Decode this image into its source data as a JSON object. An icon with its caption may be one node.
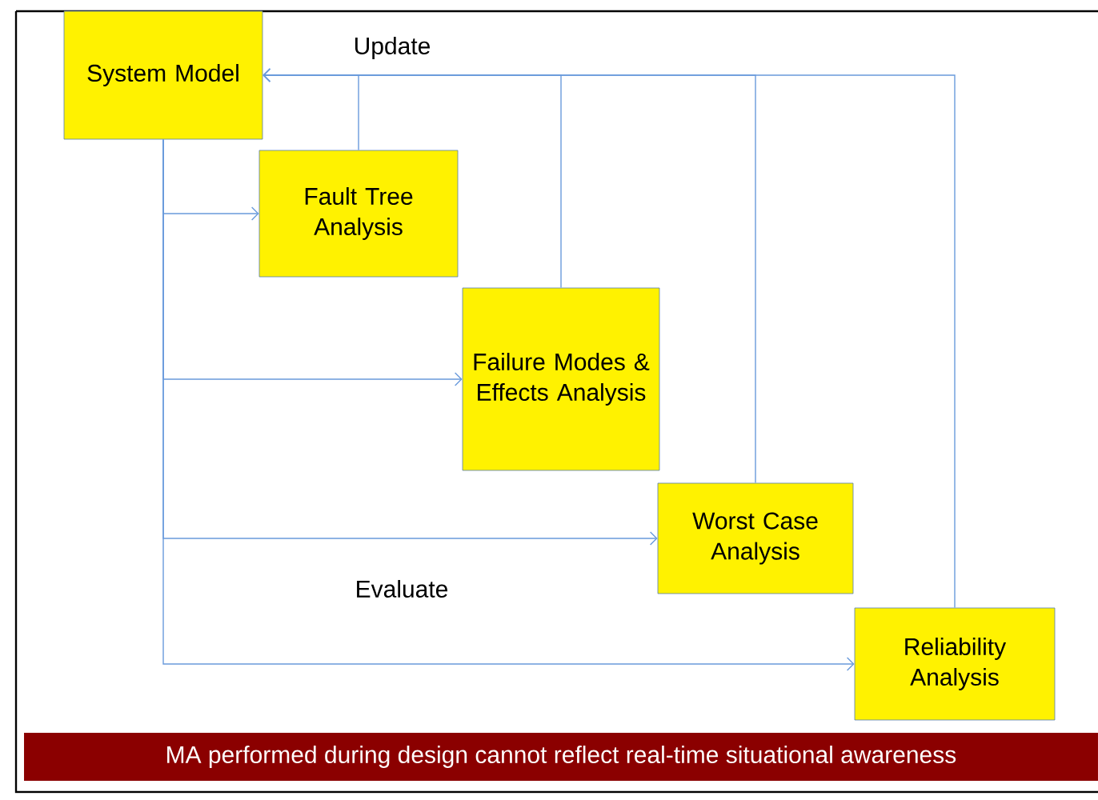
{
  "diagram": {
    "nodes": [
      {
        "text": [
          "System Model"
        ]
      },
      {
        "text": [
          "Fault Tree Analysis"
        ]
      },
      {
        "text": [
          "Failure Modes & Effects Analysis"
        ]
      },
      {
        "text": [
          "Worst Case Analysis"
        ]
      },
      {
        "text": [
          "Reliability Analysis"
        ]
      },
      {
        "text": [
          "MA performed during design cannot reflect real-time situational awareness"
        ]
      }
    ],
    "edges": [
      {
        "from": 0,
        "to": 1,
        "arrow": "to"
      },
      {
        "from": 0,
        "to": 2,
        "arrow": "to"
      },
      {
        "from": 0,
        "to": 3,
        "arrow": "to"
      },
      {
        "from": 0,
        "to": 4,
        "arrow": "to"
      },
      {
        "from": 1,
        "to": 0,
        "arrow": "to"
      },
      {
        "from": 2,
        "to": 0,
        "arrow": "to"
      },
      {
        "from": 3,
        "to": 0,
        "arrow": "to"
      },
      {
        "from": 4,
        "to": 0,
        "arrow": "to"
      }
    ],
    "labels": [
      "Update",
      "Evaluate"
    ]
  }
}
